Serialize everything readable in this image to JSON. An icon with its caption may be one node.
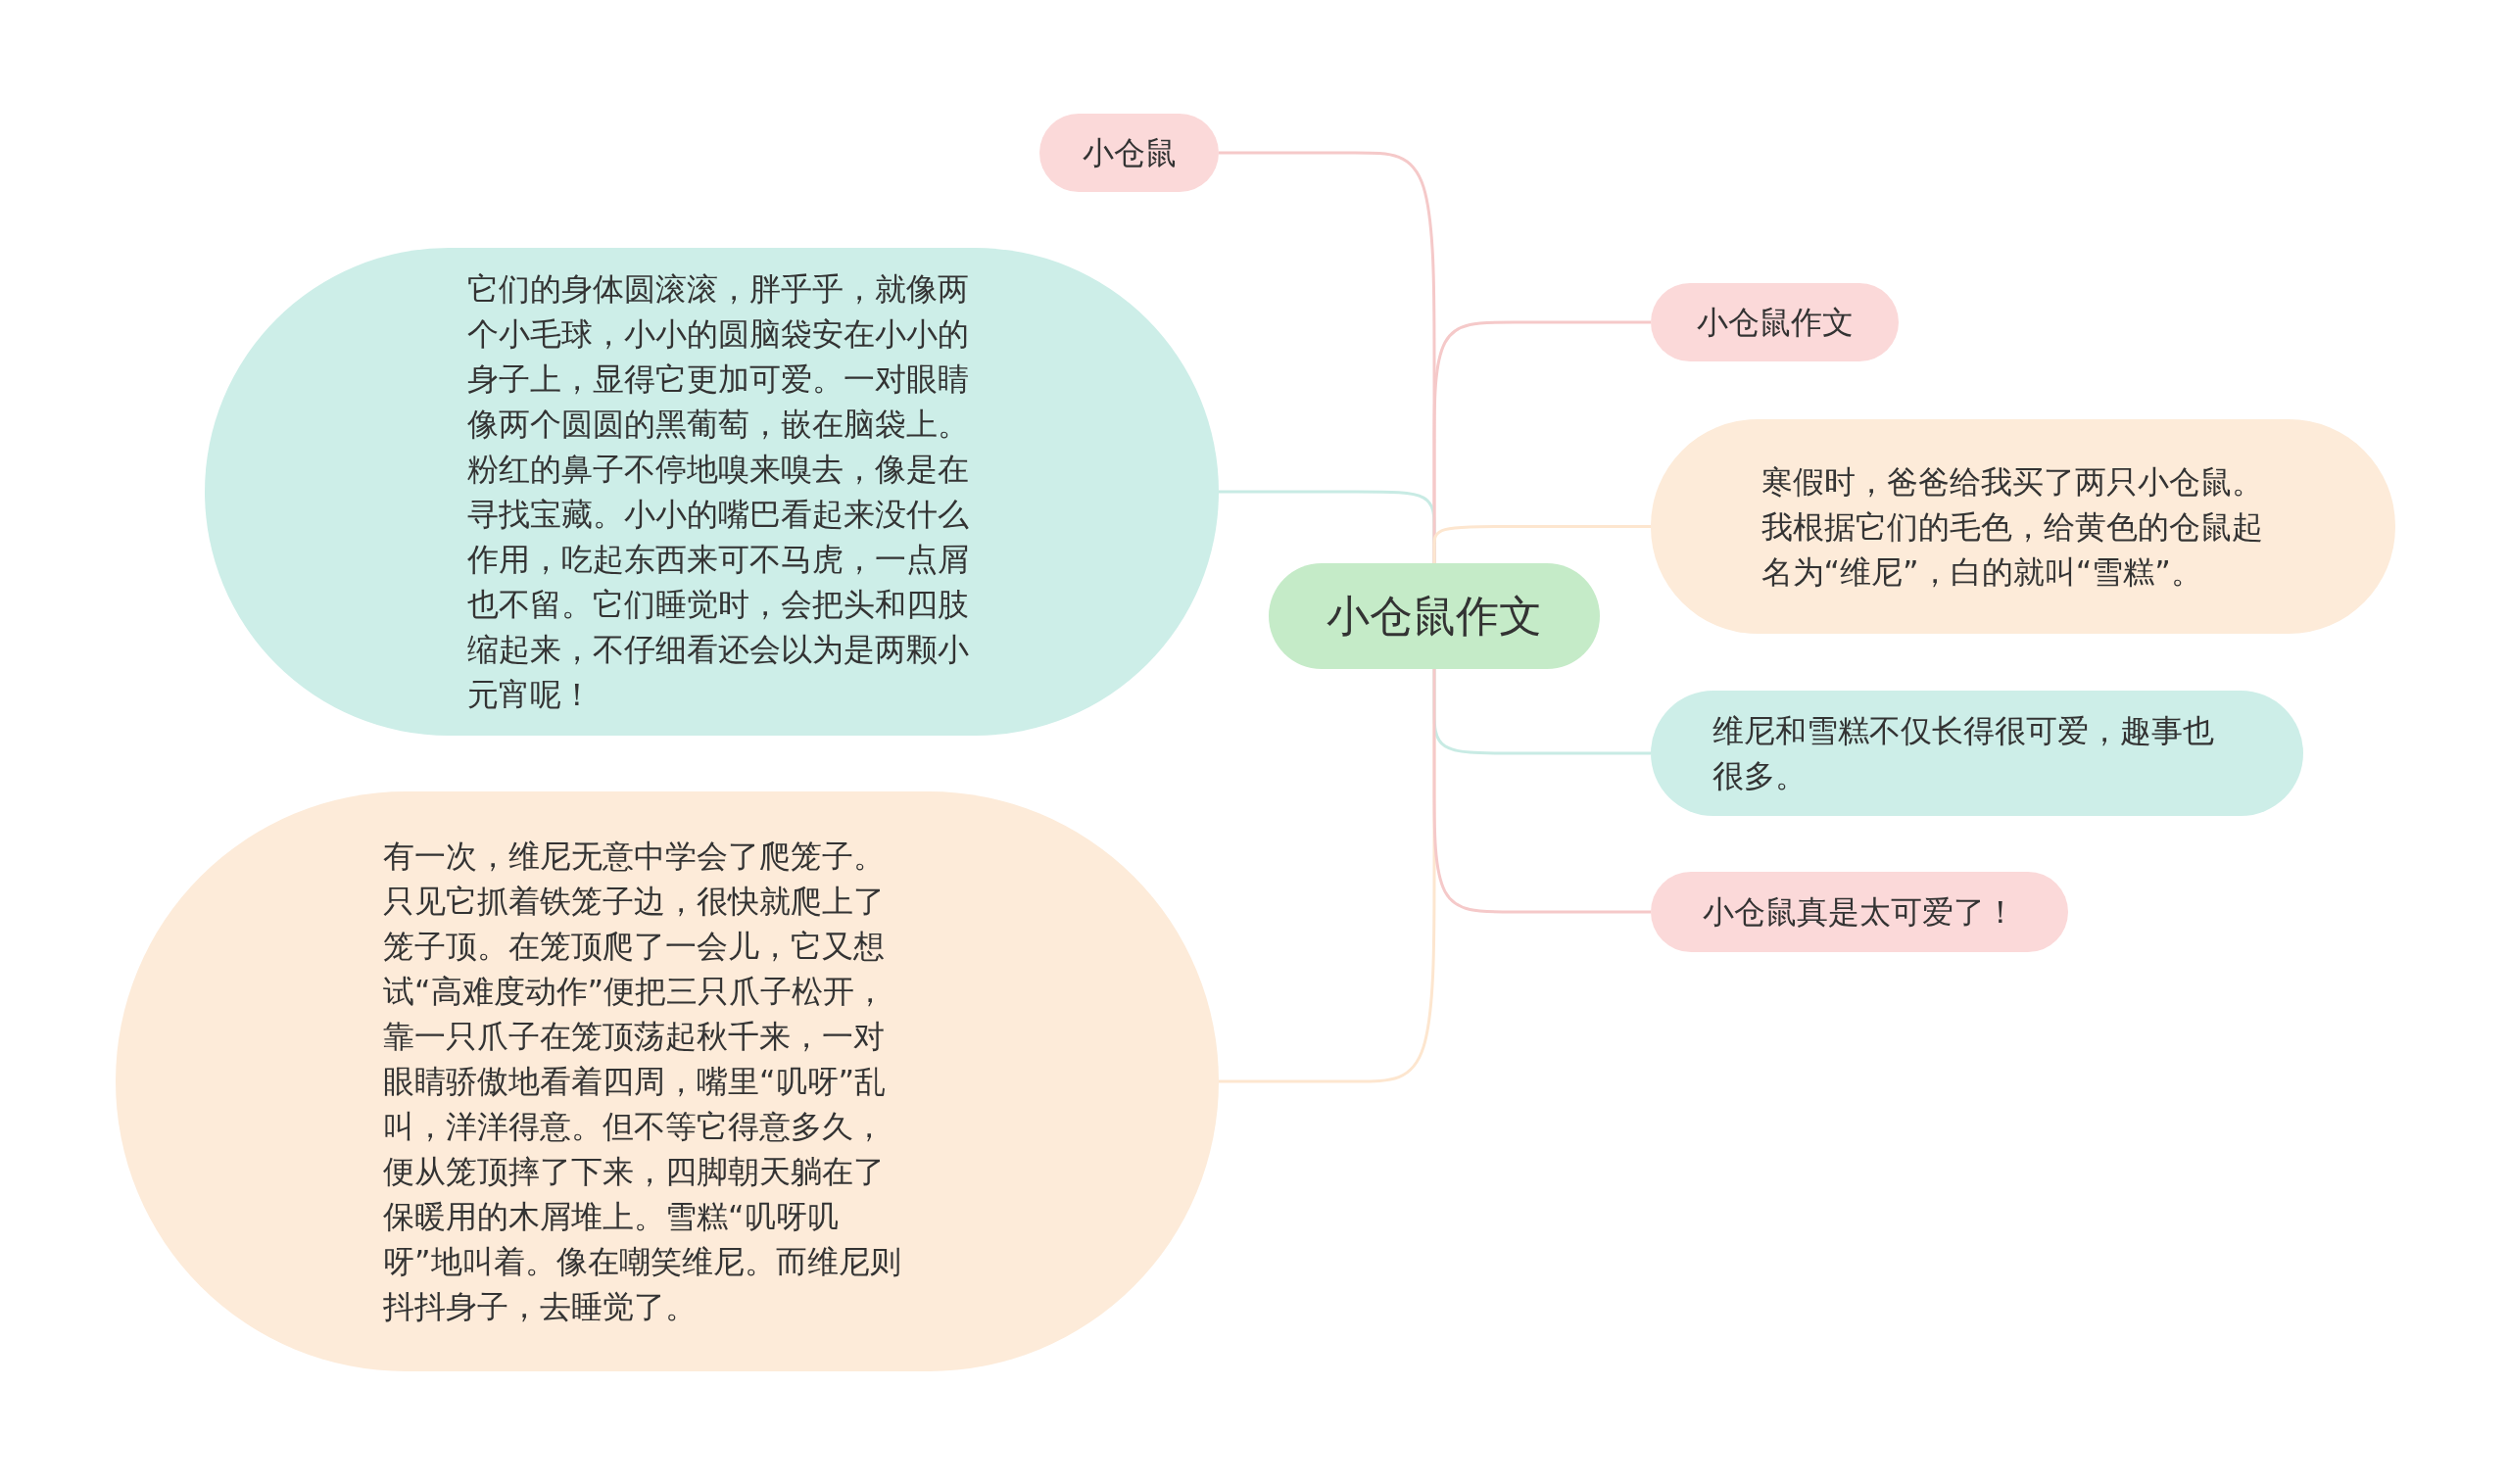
{
  "diagram": {
    "nodes": [
      {
        "text": [
          "小仓鼠作文"
        ]
      },
      {
        "text": [
          "小仓鼠"
        ]
      },
      {
        "text": [
          "它们的身体圆滚滚，胖乎乎，就像两个小毛球，小小的圆脑袋安在小小的身子上，显得它更加可爱。一对眼睛像两个圆圆的黑葡萄，嵌在脑袋上。粉红的鼻子不停地嗅来嗅去，像是在寻找宝藏。小小的嘴巴看起来没什么作用，吃起东西来可不马虎，一点屑也不留。它们睡觉时，会把头和四肢缩起来，不仔细看还会以为是两颗小元宵呢！"
        ]
      },
      {
        "text": [
          "有一次，维尼无意中学会了爬笼子。只见它抓着铁笼子边，很快就爬上了笼子顶。在笼顶爬了一会儿，它又想试“高难度动作”便把三只爪子松开，靠一只爪子在笼顶荡起秋千来，一对眼睛骄傲地看着四周，嘴里“叽呀”乱叫，洋洋得意。但不等它得意多久，便从笼顶摔了下来，四脚朝天躺在了保暖用的木屑堆上。雪糕“叽呀叽呀”地叫着。像在嘲笑维尼。而维尼则抖抖身子，去睡觉了。"
        ]
      },
      {
        "text": [
          "小仓鼠作文"
        ]
      },
      {
        "text": [
          "寒假时，爸爸给我买了两只小仓鼠。我根据它们的毛色，给黄色的仓鼠起名为“维尼”，白的就叫“雪糕”。"
        ]
      },
      {
        "text": [
          "维尼和雪糕不仅长得很可爱，趣事也很多。"
        ]
      },
      {
        "text": [
          "小仓鼠真是太可爱了！"
        ]
      }
    ],
    "edges": [
      {
        "from": 0,
        "to": 1,
        "arrow": "none"
      },
      {
        "from": 0,
        "to": 2,
        "arrow": "none",
        "color": "#c8ebe4"
      },
      {
        "from": 0,
        "to": 3,
        "arrow": "none",
        "color": "#fde6cf"
      },
      {
        "from": 0,
        "to": 4,
        "arrow": "none"
      },
      {
        "from": 0,
        "to": 5,
        "arrow": "none",
        "color": "#fde6cf"
      },
      {
        "from": 0,
        "to": 6,
        "arrow": "none",
        "color": "#c8ebe4"
      },
      {
        "from": 0,
        "to": 7,
        "arrow": "none"
      }
    ]
  }
}
